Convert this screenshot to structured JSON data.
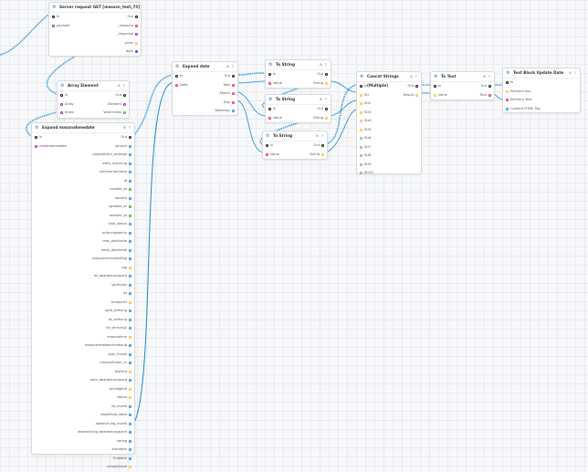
{
  "pin_colors": {
    "exec": "#111111",
    "string": "#e91e63",
    "object": "#9c27b0",
    "number": "#1e88e5",
    "boolean": "#43a047",
    "array": "#fbc02d",
    "any": "#90a4ae",
    "enum": "#1565c0"
  },
  "nodes": {
    "server_request": {
      "title": "Server request GET [masssn_test_73]",
      "exec_in": "In",
      "exec_out": "Out",
      "inputs": [
        {
          "label": "payload",
          "type": "object"
        }
      ],
      "outputs": [
        {
          "label": "_resource",
          "type": "string"
        },
        {
          "label": "_response",
          "type": "object"
        },
        {
          "label": "_error",
          "type": "array"
        },
        {
          "label": "data",
          "type": "enum"
        }
      ]
    },
    "array_element": {
      "title": "Array Element",
      "exec_in": "In",
      "exec_out": "Out",
      "inputs": [
        {
          "label": "Array",
          "type": "object"
        },
        {
          "label": "Index",
          "type": "object"
        }
      ],
      "outputs": [
        {
          "label": "Element",
          "type": "object"
        },
        {
          "label": "Valid Index",
          "type": "boolean"
        }
      ]
    },
    "expand_massnahmedate": {
      "title": "Expand massnahmedate",
      "exec_in": "In",
      "exec_out": "Out",
      "inputs": [
        {
          "label": "massnahmedate",
          "type": "object"
        }
      ],
      "outputs": [
        {
          "label": "jahrpre",
          "type": "number"
        },
        {
          "label": "projektlistnr_anzeige",
          "type": "number"
        },
        {
          "label": "ebks_ursprung",
          "type": "number"
        },
        {
          "label": "nummervorherm",
          "type": "number"
        },
        {
          "label": "id",
          "type": "number"
        },
        {
          "label": "created_at",
          "type": "boolean"
        },
        {
          "label": "reportp",
          "type": "number"
        },
        {
          "label": "updated_at",
          "type": "boolean"
        },
        {
          "label": "deleted_at",
          "type": "boolean"
        },
        {
          "label": "lose_status",
          "type": "number"
        },
        {
          "label": "ordnungsbehin",
          "type": "number"
        },
        {
          "label": "mas_dateirade",
          "type": "number"
        },
        {
          "label": "emat_dateirade",
          "type": "number"
        },
        {
          "label": "ressourcenzusetzflag",
          "type": "number"
        },
        {
          "label": "iap",
          "type": "array"
        },
        {
          "label": "ist_bearbeitungszeit",
          "type": "number"
        },
        {
          "label": "sortindex",
          "type": "number"
        },
        {
          "label": "ist",
          "type": "number"
        },
        {
          "label": "endpunkt",
          "type": "array"
        },
        {
          "label": "geld_wirkung",
          "type": "number"
        },
        {
          "label": "ist_wirkung",
          "type": "number"
        },
        {
          "label": "ist_wirkung2",
          "type": "number"
        },
        {
          "label": "massnahme",
          "type": "array"
        },
        {
          "label": "massnahmebeschreibung",
          "type": "number"
        },
        {
          "label": "plan_invest",
          "type": "number"
        },
        {
          "label": "massnahmen_nr",
          "type": "number"
        },
        {
          "label": "laufzeit",
          "type": "array"
        },
        {
          "label": "plan_bearbeitungszeit",
          "type": "number"
        },
        {
          "label": "wichtigkeit",
          "type": "array"
        },
        {
          "label": "status",
          "type": "array"
        },
        {
          "label": "ist_invest",
          "type": "number"
        },
        {
          "label": "objektlust_state",
          "type": "number"
        },
        {
          "label": "abweichung_invest",
          "type": "number"
        },
        {
          "label": "abweichung_bearbeitungszeit",
          "type": "number"
        },
        {
          "label": "verlag",
          "type": "number"
        },
        {
          "label": "startdate",
          "type": "number"
        },
        {
          "label": "Enddate",
          "type": "number"
        },
        {
          "label": "simplyticket",
          "type": "array"
        }
      ]
    },
    "expand_date": {
      "title": "Expand date",
      "exec_in": "In",
      "exec_out": "Out",
      "inputs": [
        {
          "label": "Date",
          "type": "string"
        }
      ],
      "outputs": [
        {
          "label": "Year",
          "type": "string"
        },
        {
          "label": "Month",
          "type": "string"
        },
        {
          "label": "Day",
          "type": "string"
        },
        {
          "label": "Weekday",
          "type": "number"
        }
      ]
    },
    "to_string_1": {
      "title": "To String",
      "exec_in": "In",
      "exec_out": "Out",
      "inputs": [
        {
          "label": "Value",
          "type": "string"
        }
      ],
      "outputs": [
        {
          "label": "String",
          "type": "array"
        }
      ]
    },
    "to_string_2": {
      "title": "To String",
      "exec_in": "In",
      "exec_out": "Out",
      "inputs": [
        {
          "label": "Value",
          "type": "string"
        }
      ],
      "outputs": [
        {
          "label": "String",
          "type": "array"
        }
      ]
    },
    "to_string_3": {
      "title": "To String",
      "exec_in": "In",
      "exec_out": "Out",
      "inputs": [
        {
          "label": "Value",
          "type": "string"
        }
      ],
      "outputs": [
        {
          "label": "String",
          "type": "array"
        }
      ]
    },
    "concat_strings": {
      "title": "Concat Strings (Multiple)",
      "exec_in": "In",
      "exec_out": "Out",
      "inputs": [
        {
          "label": "Str",
          "type": "array"
        },
        {
          "label": "Str2",
          "type": "array"
        },
        {
          "label": "Str3",
          "type": "array"
        },
        {
          "label": "Str4",
          "type": "array"
        },
        {
          "label": "Str5",
          "type": "array"
        },
        {
          "label": "Str6",
          "type": "any"
        },
        {
          "label": "Str7",
          "type": "any"
        },
        {
          "label": "Str8",
          "type": "any"
        },
        {
          "label": "Str9",
          "type": "any"
        },
        {
          "label": "Str10",
          "type": "any"
        }
      ],
      "outputs": [
        {
          "label": "Result",
          "type": "array"
        }
      ]
    },
    "to_text": {
      "title": "To Text",
      "exec_in": "In",
      "exec_out": "Out",
      "inputs": [
        {
          "label": "Value",
          "type": "array"
        }
      ],
      "outputs": [
        {
          "label": "Text",
          "type": "string"
        }
      ]
    },
    "text_block_update": {
      "title": "Text Block Update Date",
      "exec_in": "In",
      "exec_out": "",
      "inputs": [
        {
          "label": "Element Key",
          "type": "array"
        },
        {
          "label": "Element Text",
          "type": "string"
        },
        {
          "label": "Content HTML Tag",
          "type": "number"
        }
      ],
      "outputs": []
    }
  }
}
